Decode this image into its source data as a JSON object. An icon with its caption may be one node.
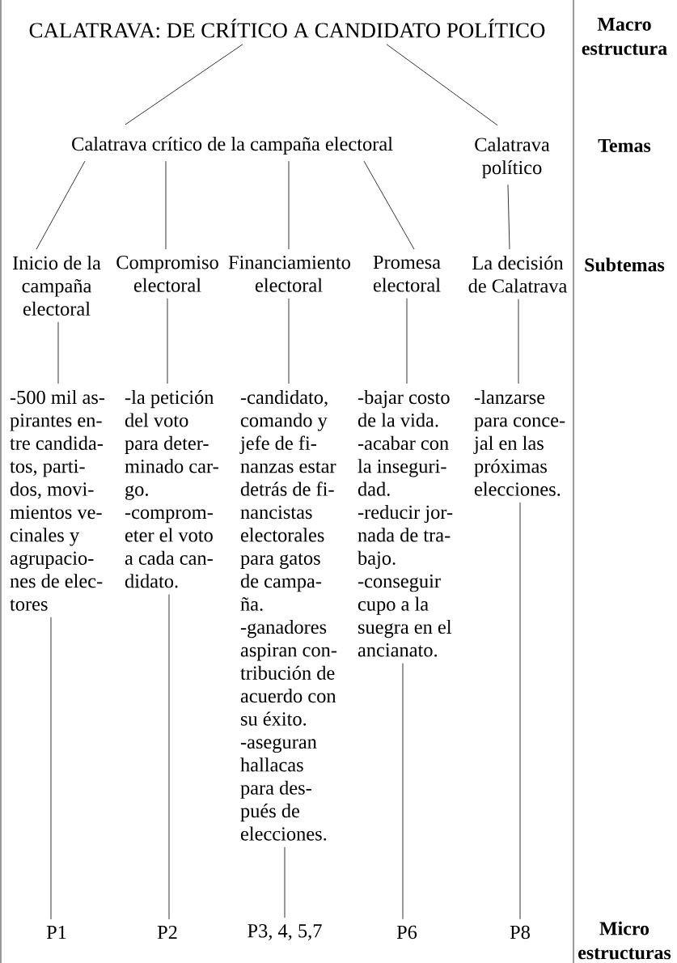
{
  "diagram": {
    "nodes": [
      {
        "text": [
          "CALATRAVA: DE CRÍTICO A CANDIDATO POLÍTICO"
        ]
      },
      {
        "text": [
          "Calatrava crítico de la campaña electoral"
        ]
      },
      {
        "text": [
          "Calatrava político"
        ]
      },
      {
        "text": [
          "Inicio de la campaña electoral"
        ]
      },
      {
        "text": [
          "Compromiso electoral"
        ]
      },
      {
        "text": [
          "Financiamiento electoral"
        ]
      },
      {
        "text": [
          "Promesa electoral"
        ]
      },
      {
        "text": [
          "La decisión de Calatrava"
        ]
      },
      {
        "text": [
          "-500 mil as- pirantes en- tre candida- tos, parti- dos, movi- mientos ve- cinales y agrupacio- nes de elec- tores"
        ]
      },
      {
        "text": [
          "-la petición del voto para deter- minado car- go. -comprom- eter el voto a cada can- didato."
        ]
      },
      {
        "text": [
          "-candidato, comando y jefe de fi- nanzas estar detrás de fi- nancistas electorales para gatos de campa- ña. -ganadores aspiran con- tribución de acuerdo con su éxito. -aseguran hallacas para des- pués de elecciones."
        ]
      },
      {
        "text": [
          "-bajar costo de la vida. -acabar con la inseguri- dad. -reducir jor- nada de tra- bajo. -conseguir cupo a la suegra en el ancianato."
        ]
      },
      {
        "text": [
          "-lanzarse para conce- jal en las próximas elecciones."
        ]
      },
      {
        "text": [
          "P1"
        ]
      },
      {
        "text": [
          "P2"
        ]
      },
      {
        "text": [
          "P3, 4, 5,7"
        ]
      },
      {
        "text": [
          "P6"
        ]
      },
      {
        "text": [
          "P8"
        ]
      }
    ],
    "edges": [
      {
        "from": 0,
        "to": 1,
        "arrow": "none"
      },
      {
        "from": 0,
        "to": 2,
        "arrow": "none"
      },
      {
        "from": 1,
        "to": 3,
        "arrow": "none"
      },
      {
        "from": 1,
        "to": 4,
        "arrow": "none"
      },
      {
        "from": 1,
        "to": 5,
        "arrow": "none"
      },
      {
        "from": 1,
        "to": 6,
        "arrow": "none"
      },
      {
        "from": 2,
        "to": 7,
        "arrow": "none"
      },
      {
        "from": 3,
        "to": 8,
        "arrow": "none"
      },
      {
        "from": 4,
        "to": 9,
        "arrow": "none"
      },
      {
        "from": 5,
        "to": 10,
        "arrow": "none"
      },
      {
        "from": 6,
        "to": 11,
        "arrow": "none"
      },
      {
        "from": 7,
        "to": 12,
        "arrow": "none"
      },
      {
        "from": 8,
        "to": 13,
        "arrow": "none"
      },
      {
        "from": 9,
        "to": 14,
        "arrow": "none"
      },
      {
        "from": 10,
        "to": 15,
        "arrow": "none"
      },
      {
        "from": 11,
        "to": 16,
        "arrow": "none"
      },
      {
        "from": 12,
        "to": 17,
        "arrow": "none"
      }
    ],
    "labels": [
      "Macro estructura",
      "Temas",
      "Subtemas",
      "Micro estructuras"
    ]
  }
}
